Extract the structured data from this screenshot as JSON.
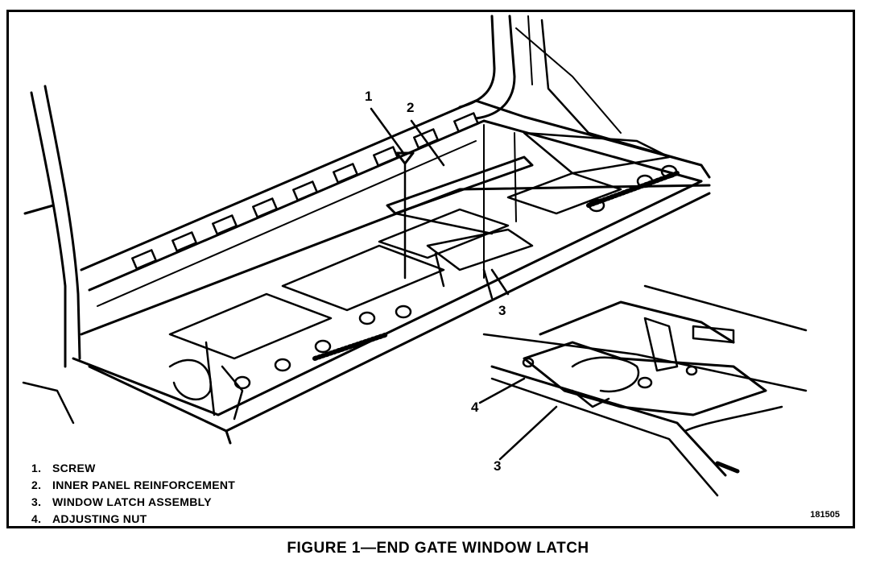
{
  "callouts": {
    "c1": "1",
    "c2": "2",
    "c3": "3",
    "c4": "4",
    "c3b": "3"
  },
  "legend": [
    {
      "num": "1.",
      "label": "SCREW"
    },
    {
      "num": "2.",
      "label": "INNER PANEL REINFORCEMENT"
    },
    {
      "num": "3.",
      "label": "WINDOW LATCH ASSEMBLY"
    },
    {
      "num": "4.",
      "label": "ADJUSTING NUT"
    }
  ],
  "figure_ref": "181505",
  "caption": "FIGURE 1—END GATE WINDOW LATCH"
}
